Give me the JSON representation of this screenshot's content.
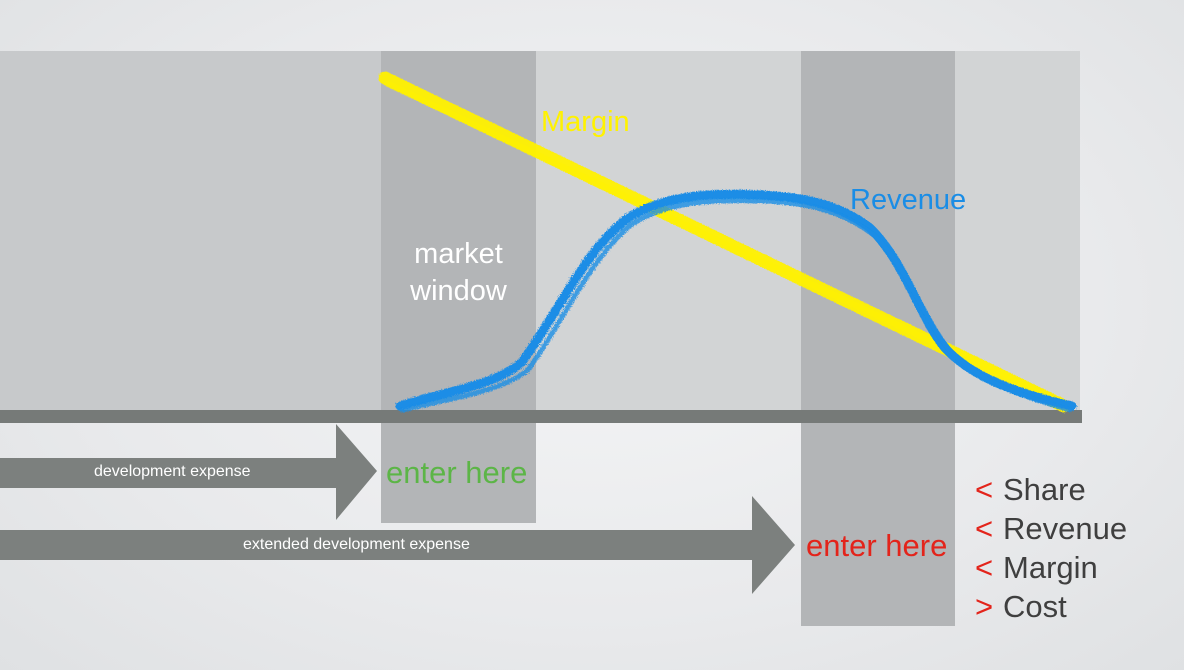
{
  "colors": {
    "panel": "#c7c9cb",
    "window_band": "#b3b5b7",
    "light_band": "#d2d4d5",
    "baseline": "#767a78",
    "arrow": "#7c807e",
    "margin_line": "#fff200",
    "revenue_line": "#1a8de6",
    "enter_early": "#5cb547",
    "enter_late": "#e3241b"
  },
  "labels": {
    "market_window_line1": "market",
    "market_window_line2": "window",
    "margin": "Margin",
    "revenue": "Revenue",
    "enter_early": "enter here",
    "enter_late": "enter here",
    "dev_expense": "development expense",
    "ext_dev_expense": "extended development expense"
  },
  "effects": [
    {
      "symbol": "<",
      "label": "Share"
    },
    {
      "symbol": "<",
      "label": "Revenue"
    },
    {
      "symbol": "<",
      "label": "Margin"
    },
    {
      "symbol": ">",
      "label": "Cost"
    }
  ]
}
